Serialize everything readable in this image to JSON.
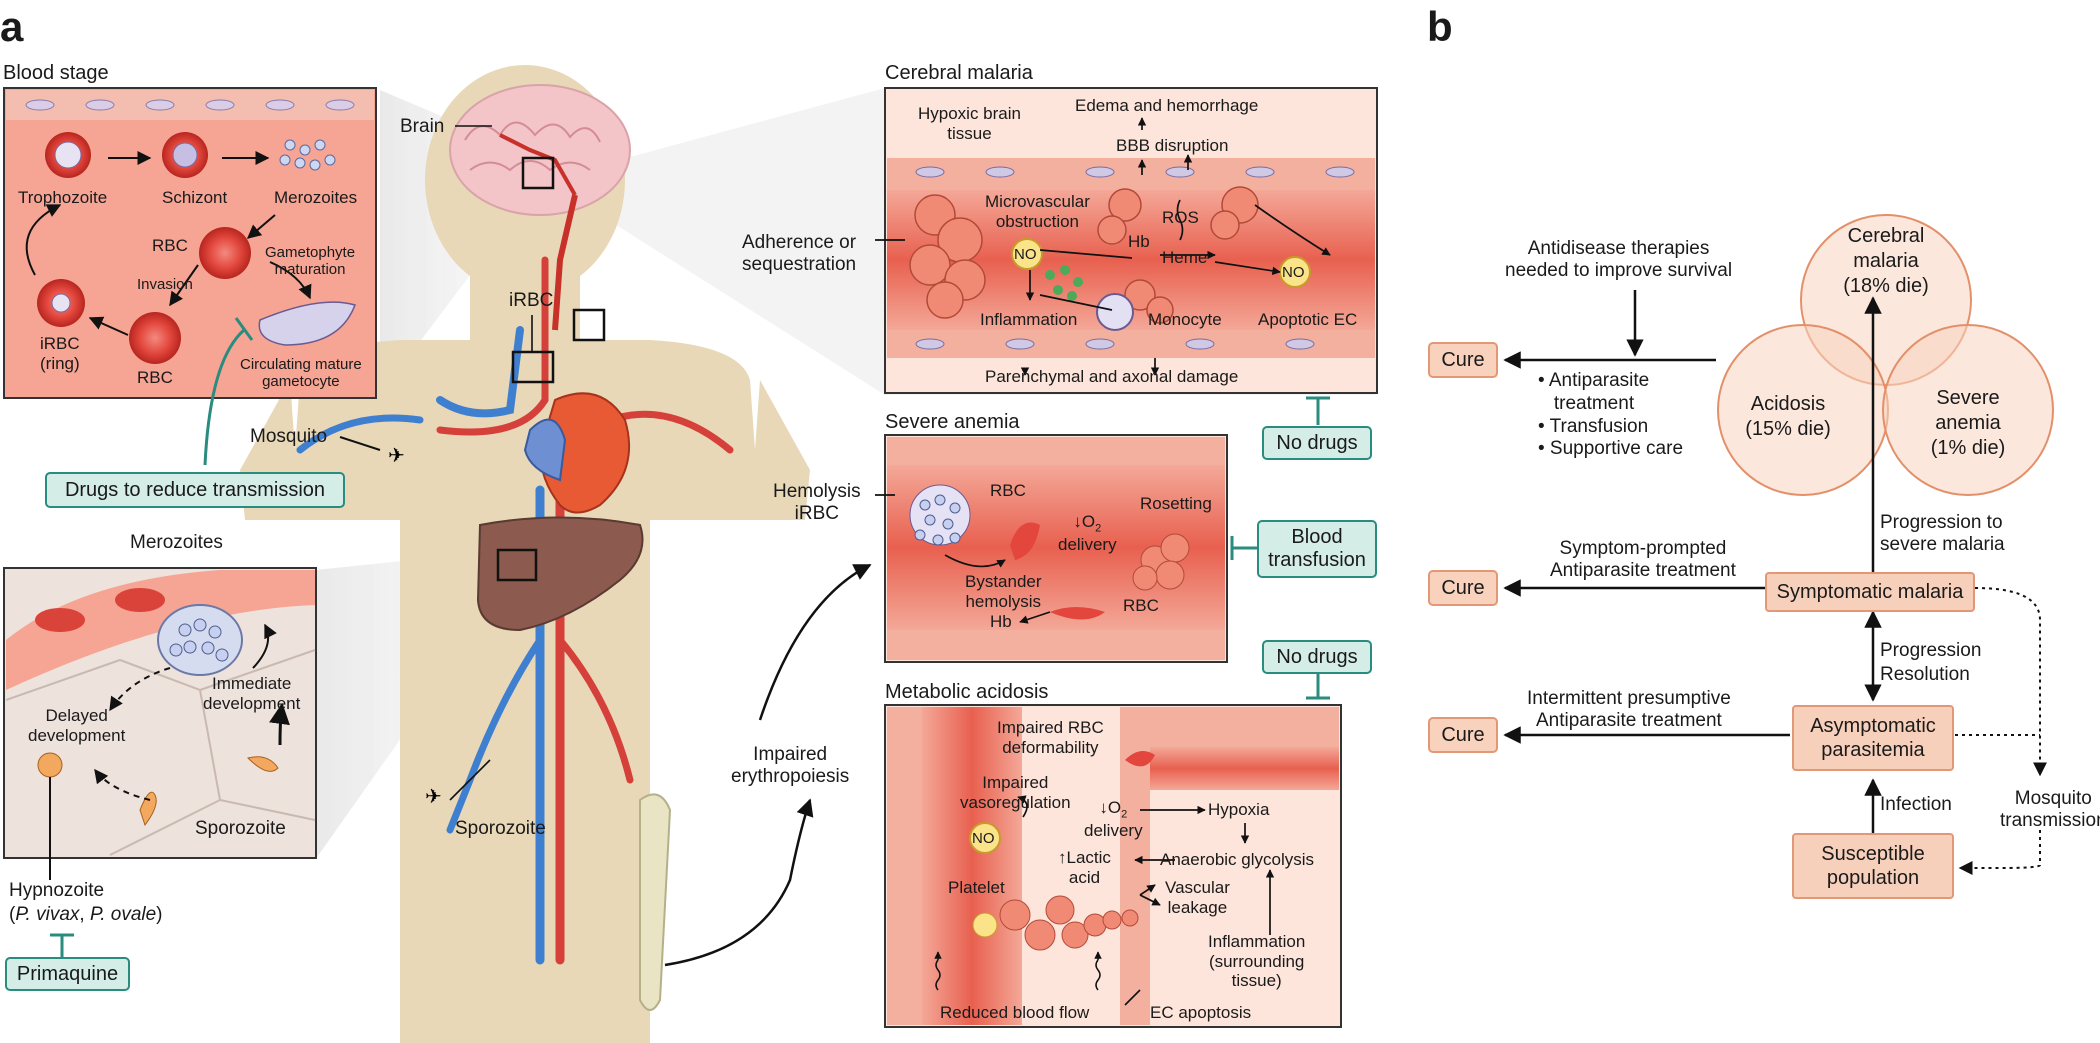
{
  "panels": {
    "a": "a",
    "b": "b"
  },
  "blood_stage": {
    "title": "Blood stage",
    "trophozoite": "Trophozoite",
    "schizont": "Schizont",
    "merozoites": "Merozoites",
    "rbc_top": "RBC",
    "gametophyte": "Gametophyte\nmaturation",
    "invasion": "Invasion",
    "irbc_ring": "iRBC\n(ring)",
    "rbc_bottom": "RBC",
    "gametocyte": "Circulating mature\ngametocyte"
  },
  "body": {
    "brain": "Brain",
    "irbc": "iRBC",
    "mosquito": "Mosquito",
    "sporozoite": "Sporozoite",
    "impaired_erythropoiesis": "Impaired\nerythropoiesis"
  },
  "liver_stage": {
    "merozoites": "Merozoites",
    "delayed": "Delayed\ndevelopment",
    "immediate": "Immediate\ndevelopment",
    "sporozoite": "Sporozoite",
    "hypnozoite": "Hypnozoite",
    "species_prefix": "(",
    "species_1": "P. vivax",
    "species_sep": ", ",
    "species_2": "P. ovale",
    "species_suffix": ")"
  },
  "drugs": {
    "reduce_transmission": "Drugs to reduce transmission",
    "primaquine": "Primaquine",
    "no_drugs_1": "No drugs",
    "blood_transfusion": "Blood\ntransfusion",
    "no_drugs_2": "No drugs"
  },
  "cerebral": {
    "title": "Cerebral malaria",
    "hypoxic": "Hypoxic brain\ntissue",
    "edema": "Edema and hemorrhage",
    "bbb": "BBB disruption",
    "adherence": "Adherence or\nsequestration",
    "microvascular": "Microvascular\nobstruction",
    "hb": "Hb",
    "ros": "ROS",
    "no1": "NO",
    "heme": "Heme",
    "no2": "NO",
    "inflammation": "Inflammation",
    "monocyte": "Monocyte",
    "apoptotic": "Apoptotic EC",
    "parenchymal": "Parenchymal and axonal damage"
  },
  "anemia": {
    "title": "Severe anemia",
    "hemolysis": "Hemolysis\niRBC",
    "rbc1": "RBC",
    "o2_delivery_pre": "↓O",
    "o2_sub": "2",
    "o2_delivery_post": "delivery",
    "rosetting": "Rosetting",
    "bystander": "Bystander\nhemolysis",
    "hb": "Hb",
    "rbc2": "RBC"
  },
  "acidosis": {
    "title": "Metabolic acidosis",
    "impaired_rbc": "Impaired RBC\ndeformability",
    "vasoreg": "Impaired\nvasoregulation",
    "no": "NO",
    "o2_pre": "↓O",
    "o2_sub": "2",
    "o2_post": "delivery",
    "hypoxia": "Hypoxia",
    "anaerobic": "Anaerobic glycolysis",
    "lactic": "↑Lactic\nacid",
    "platelet": "Platelet",
    "vascular": "Vascular\nleakage",
    "inflammation": "Inflammation\n(surrounding\ntissue)",
    "reduced_flow": "Reduced blood flow",
    "ec_apoptosis": "EC apoptosis"
  },
  "panel_b": {
    "antidisease": "Antidisease therapies\nneeded to improve survival",
    "cure1": "Cure",
    "bullets": [
      "• Antiparasite\n   treatment",
      "• Transfusion",
      "• Supportive care"
    ],
    "cerebral": "Cerebral\nmalaria\n(18% die)",
    "acidosis": "Acidosis\n(15% die)",
    "anemia": "Severe\nanemia\n(1% die)",
    "progression_severe": "Progression to\nsevere malaria",
    "symptom_prompted": "Symptom-prompted\nAntiparasite treatment",
    "cure2": "Cure",
    "symptomatic": "Symptomatic malaria",
    "progression": "Progression",
    "resolution": "Resolution",
    "intermittent": "Intermittent presumptive\nAntiparasite treatment",
    "cure3": "Cure",
    "asymptomatic": "Asymptomatic\nparasitemia",
    "mosquito": "Mosquito\ntransmission",
    "infection": "Infection",
    "susceptible": "Susceptible\npopulation"
  },
  "colors": {
    "teal": "#2a8c7e",
    "teal_fill": "#d4ede7",
    "rbc_red": "#e2463c",
    "vessel_pink": "#f6c9b9",
    "skin": "#e8d8b8",
    "box_orange": "#f7d0bb"
  }
}
